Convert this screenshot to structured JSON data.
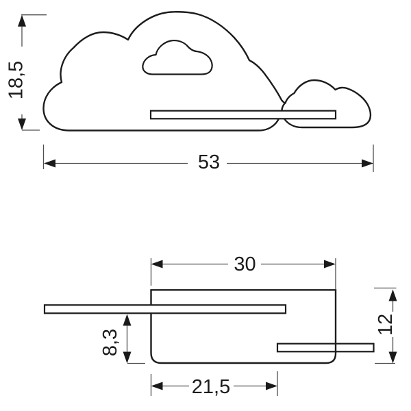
{
  "drawing": {
    "kind": "technical-dimension-drawing",
    "subject": "cloud-shaped wall lamp with shelf, front view and side view",
    "front_view": {
      "height_dim": "18,5",
      "width_dim": "53"
    },
    "side_view": {
      "width_dim": "30",
      "height_dim": "12",
      "shelf_height_dim": "8,3",
      "shelf_depth_dim": "21,5"
    },
    "colors": {
      "outline": "#1c1c1c",
      "dimension_line": "#4f4f4f",
      "arrow": "#1a1a1a",
      "text": "#1c1c1c",
      "background": "#ffffff"
    }
  }
}
